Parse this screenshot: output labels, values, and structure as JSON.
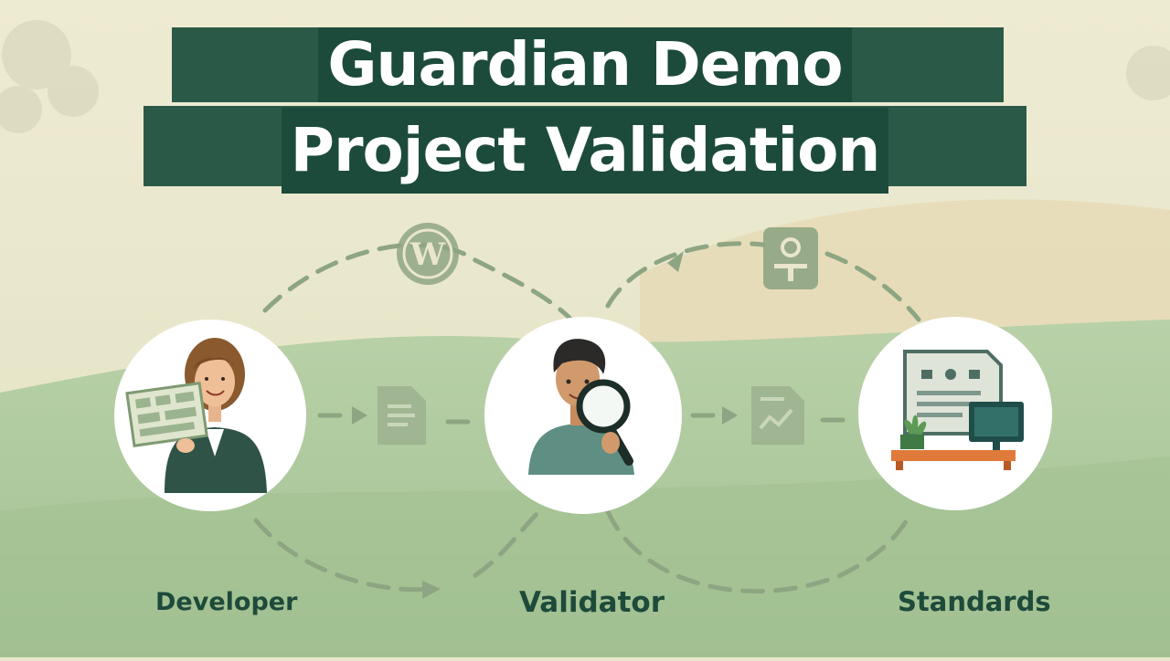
{
  "title": {
    "line1": "Guardian Demo",
    "line2": "Project Validation"
  },
  "roles": {
    "developer": "Developer",
    "validator": "Validator",
    "standards": "Standards"
  },
  "icons": {
    "top_left": "wp-logo-icon",
    "top_right": "certificate-stamp-icon",
    "mid_left": "document-icon",
    "mid_right": "report-document-icon"
  },
  "colors": {
    "dark_green": "#1c4b3c",
    "label_green": "#1d4a3a",
    "background": "#e9e6cc",
    "hill": "#a9c79b",
    "flow_line": "#8ea583"
  }
}
